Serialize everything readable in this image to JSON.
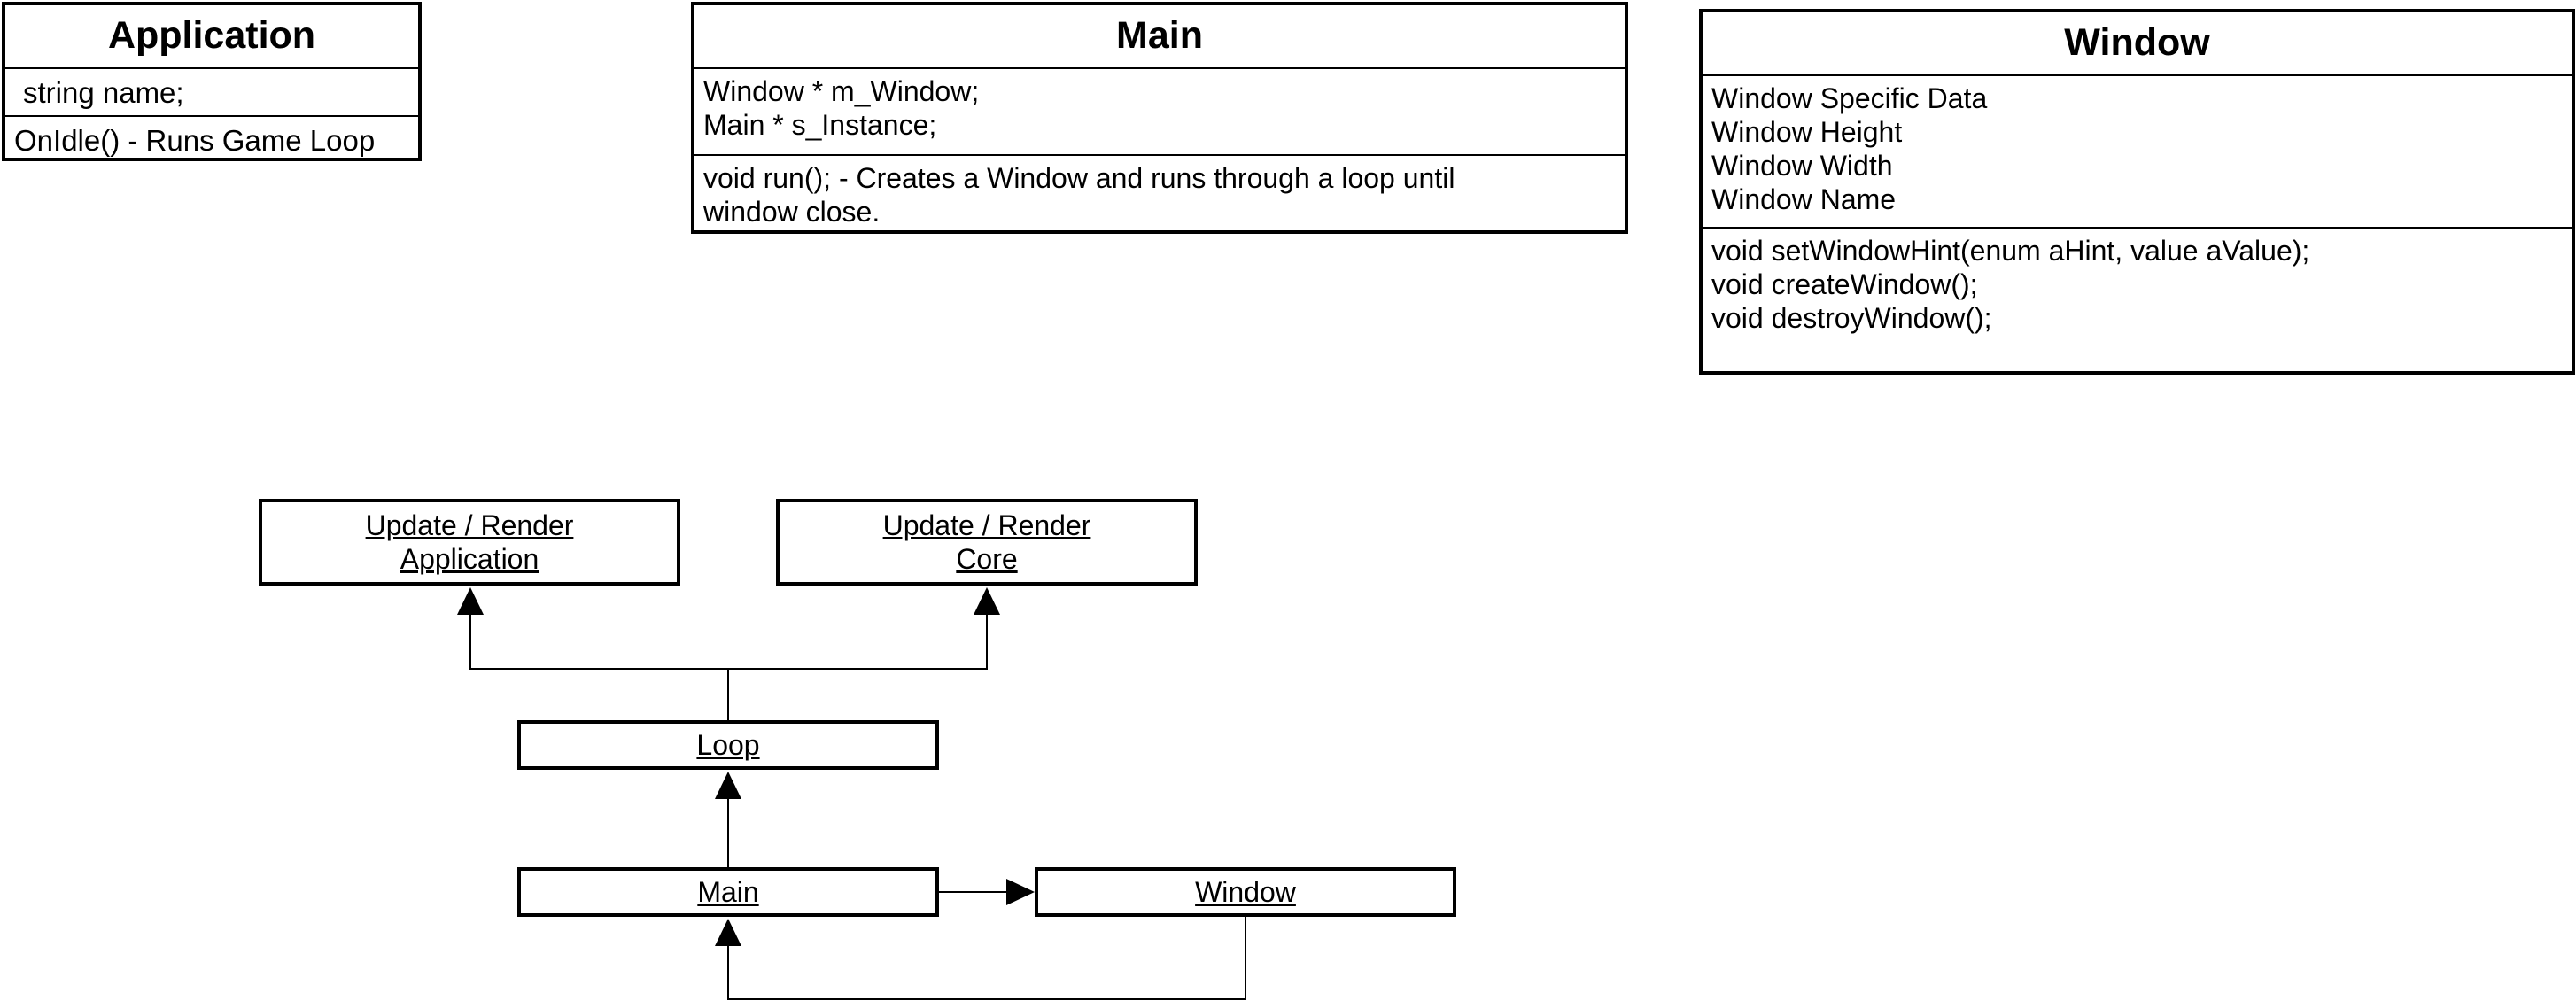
{
  "classes": {
    "application": {
      "title": "Application",
      "attributes": [
        "string name;"
      ],
      "operations": [
        "OnIdle() - Runs Game Loop"
      ]
    },
    "main": {
      "title": "Main",
      "attributes": [
        "Window * m_Window;",
        "Main * s_Instance;"
      ],
      "operations": [
        "void run(); - Creates a Window and runs through a loop until window close."
      ]
    },
    "window": {
      "title": "Window",
      "attributes": [
        "Window Specific Data",
        "Window Height",
        "Window Width",
        "Window Name"
      ],
      "operations": [
        "void setWindowHint(enum aHint, value aValue);",
        "void createWindow();",
        "void destroyWindow();"
      ]
    }
  },
  "flow": {
    "update_render_application": [
      "Update / Render",
      "Application"
    ],
    "update_render_core": [
      "Update / Render",
      "Core"
    ],
    "loop": "Loop",
    "main": "Main",
    "window": "Window"
  },
  "colors": {
    "stroke": "#000000",
    "background": "#ffffff"
  }
}
